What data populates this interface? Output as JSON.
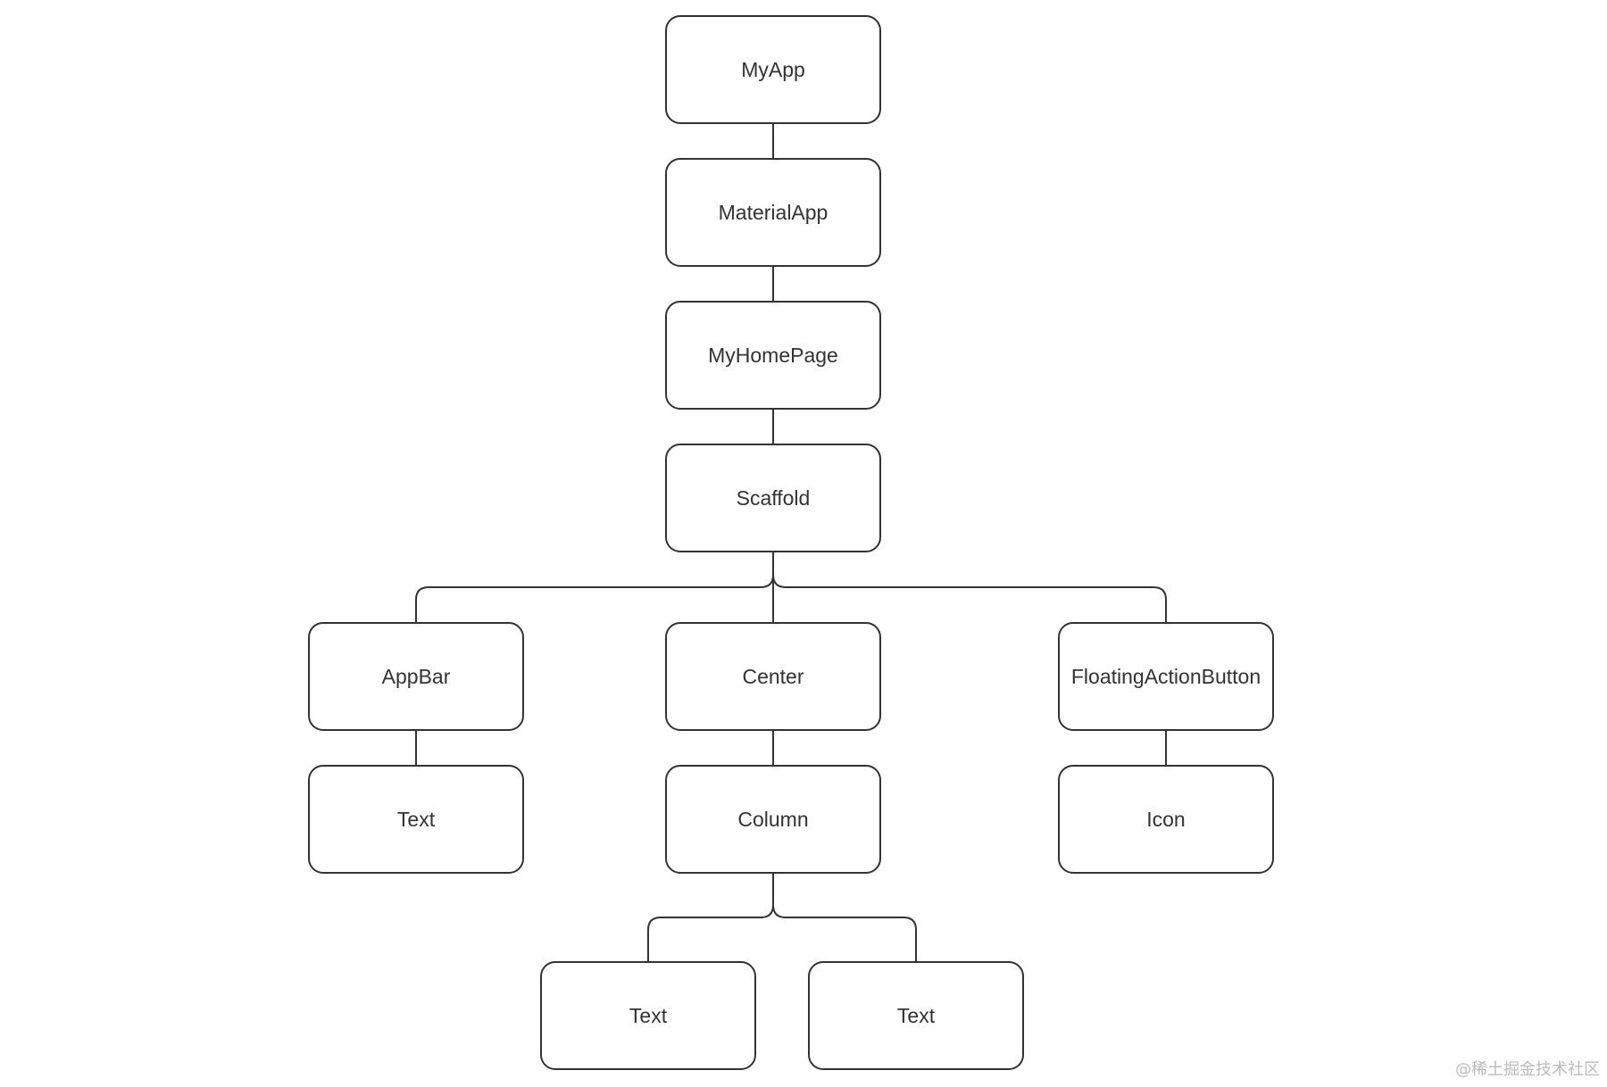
{
  "diagram": {
    "nodes": [
      {
        "id": "myapp",
        "label": "MyApp"
      },
      {
        "id": "materialapp",
        "label": "MaterialApp"
      },
      {
        "id": "myhomepage",
        "label": "MyHomePage"
      },
      {
        "id": "scaffold",
        "label": "Scaffold"
      },
      {
        "id": "appbar",
        "label": "AppBar"
      },
      {
        "id": "center",
        "label": "Center"
      },
      {
        "id": "fab",
        "label": "FloatingActionButton"
      },
      {
        "id": "appbar-text",
        "label": "Text"
      },
      {
        "id": "column",
        "label": "Column"
      },
      {
        "id": "icon",
        "label": "Icon"
      },
      {
        "id": "column-text-1",
        "label": "Text"
      },
      {
        "id": "column-text-2",
        "label": "Text"
      }
    ],
    "edges": [
      {
        "from": "myapp",
        "to": "materialapp"
      },
      {
        "from": "materialapp",
        "to": "myhomepage"
      },
      {
        "from": "myhomepage",
        "to": "scaffold"
      },
      {
        "from": "scaffold",
        "to": "appbar"
      },
      {
        "from": "scaffold",
        "to": "center"
      },
      {
        "from": "scaffold",
        "to": "fab"
      },
      {
        "from": "appbar",
        "to": "appbar-text"
      },
      {
        "from": "center",
        "to": "column"
      },
      {
        "from": "fab",
        "to": "icon"
      },
      {
        "from": "column",
        "to": "column-text-1"
      },
      {
        "from": "column",
        "to": "column-text-2"
      }
    ]
  },
  "watermark": "@稀土掘金技术社区",
  "colors": {
    "stroke": "#333333",
    "text": "#333333",
    "background": "#ffffff",
    "watermark": "#bbbbbb"
  }
}
